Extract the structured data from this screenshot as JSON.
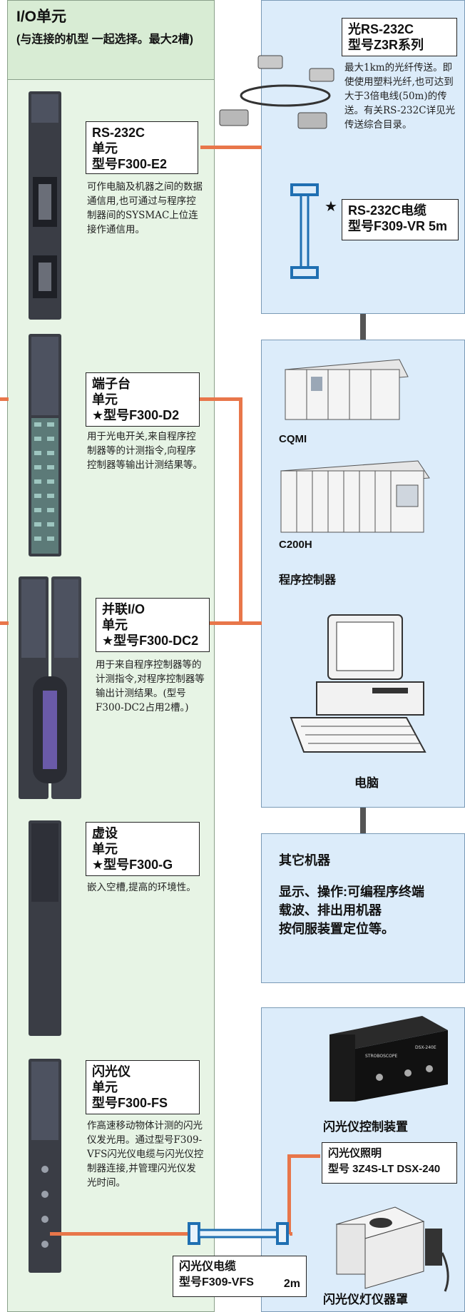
{
  "io_panel": {
    "title": "I/O单元",
    "subtitle": "(与连接的机型 一起选择。最大2槽)"
  },
  "units": [
    {
      "name": "RS-232C\n单元\n型号F300-E2",
      "desc": "可作电脑及机器之间的数据通信用,也可通过与程序控制器间的SYSMAC上位连接作通信用。"
    },
    {
      "name": "端子台\n单元\n★型号F300-D2",
      "desc": "用于光电开关,来自程序控制器等的计测指令,向程序控制器等输出计测结果等。"
    },
    {
      "name": "并联I/O\n单元\n★型号F300-DC2",
      "desc": "用于来自程序控制器等的计测指令,对程序控制器等输出计测结果。(型号F300-DC2占用2槽。)"
    },
    {
      "name": "虚设\n单元\n★型号F300-G",
      "desc": "嵌入空槽,提高的环境性。"
    },
    {
      "name": "闪光仪\n单元\n型号F300-FS",
      "desc": "作高速移动物体计测的闪光仪发光用。通过型号F309-VFS闪光仪电缆与闪光仪控制器连接,并管理闪光仪发光时间。"
    }
  ],
  "rs232_panel": {
    "optical_title": "光RS-232C\n型号Z3R系列",
    "optical_desc": "最大1km的光纤传送。即使使用塑料光纤,也可达到大于3倍电线(50m)的传送。有关RS-232C详见光传送综合目录。",
    "cable_star": "★",
    "cable_label": "RS-232C电缆\n型号F309-VR 5m"
  },
  "plc_panel": {
    "label_cqm1": "CQMI",
    "label_c200h": "C200H",
    "label_plc": "程序控制器",
    "label_pc": "电脑"
  },
  "other_panel": {
    "title": "其它机器",
    "body": "显示、操作:可编程序终端\n载波、排出用机器\n按伺服装置定位等。"
  },
  "strobe_panel": {
    "controller_label": "闪光仪控制装置",
    "lighting_label": "闪光仪照明\n型号 3Z4S-LT DSX-240",
    "cover_label": "闪光仪灯仪器罩",
    "device_brand": "STROBOSCOPE",
    "device_model": "DSX-240E"
  },
  "strobe_cable": {
    "label": "闪光仪电缆\n型号F309-VFS",
    "length": "2m"
  },
  "colors": {
    "connector": "#e8764a",
    "left_panel": "#e7f4e5",
    "right_panel": "#dcecfa",
    "bus": "#555555"
  }
}
